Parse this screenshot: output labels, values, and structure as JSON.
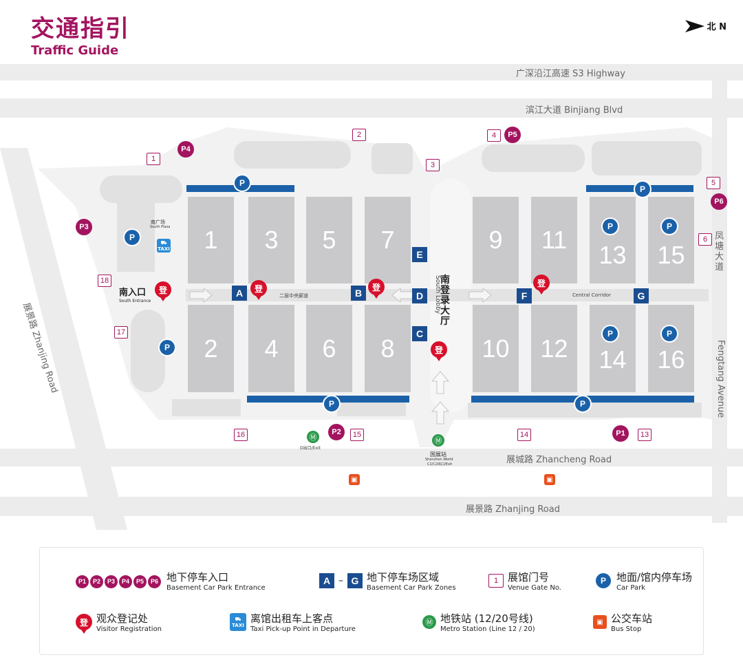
{
  "header": {
    "title_cn": "交通指引",
    "title_en": "Traffic Guide",
    "north_label": "北 N"
  },
  "colors": {
    "brand": "#a3145f",
    "parking": "#1a61a9",
    "zone": "#1a4d8f",
    "registration": "#d7102b",
    "metro": "#2a9a4a",
    "bus": "#e8501e",
    "taxi": "#2a8bd6",
    "hall": "#c9c9cb",
    "road": "#e6e6e6"
  },
  "roads": {
    "s3": "广深沿江高速 S3 Highway",
    "binjiang": "滨江大道 Binjiang Blvd",
    "zhancheng": "展城路 Zhancheng Road",
    "zhanjing_south": "展景路 Zhanjing Road",
    "zhanjing_west": "展景路 Zhanjing Road",
    "fengtang_cn": "凤塘大道",
    "fengtang_en": "Fengtang Avenue"
  },
  "halls": [
    "1",
    "2",
    "3",
    "4",
    "5",
    "6",
    "7",
    "8",
    "9",
    "10",
    "11",
    "12",
    "13",
    "14",
    "15",
    "16"
  ],
  "zones": [
    "A",
    "B",
    "C",
    "D",
    "E",
    "F",
    "G"
  ],
  "entrances": [
    "P1",
    "P2",
    "P3",
    "P4",
    "P5",
    "P6"
  ],
  "gates": [
    "1",
    "2",
    "3",
    "4",
    "5",
    "13",
    "14",
    "15",
    "16",
    "17",
    "18",
    "6"
  ],
  "labels": {
    "parking_letter": "P",
    "reg_char": "登",
    "south_entrance_cn": "南入口",
    "south_entrance_en": "South Entrance",
    "south_plaza_cn": "南广场",
    "south_plaza_en": "South Plaza",
    "corridor_cn": "二层中央廊道",
    "corridor_en": "Central Corridor",
    "lobby_cn": "南登录大厅",
    "lobby_en": "South Lobby",
    "metro_exit_d": "D出口/Exit",
    "metro_station_cn": "国展站",
    "metro_station_en": "Shenzhen World",
    "metro_station_exit": "C1/C2出口/Exit",
    "taxi": "TAXI",
    "metro_char": "Ⓜ",
    "bus_char": "▣"
  },
  "legend": {
    "entrance_cn": "地下停车入口",
    "entrance_en": "Basement Car Park Entrance",
    "zone_from": "A",
    "zone_dash": "–",
    "zone_to": "G",
    "zone_cn": "地下停车场区域",
    "zone_en": "Basement Car Park Zones",
    "gate_num": "1",
    "gate_cn": "展馆门号",
    "gate_en": "Venue Gate No.",
    "park_cn": "地面/馆内停车场",
    "park_en": "Car Park",
    "reg_cn": "观众登记处",
    "reg_en": "Visitor Registration",
    "taxi_cn": "离馆出租车上客点",
    "taxi_en": "Taxi Pick-up Point in Departure",
    "metro_cn": "地铁站 (12/20号线)",
    "metro_en": "Metro Station (Line 12 / 20)",
    "bus_cn": "公交车站",
    "bus_en": "Bus Stop"
  }
}
